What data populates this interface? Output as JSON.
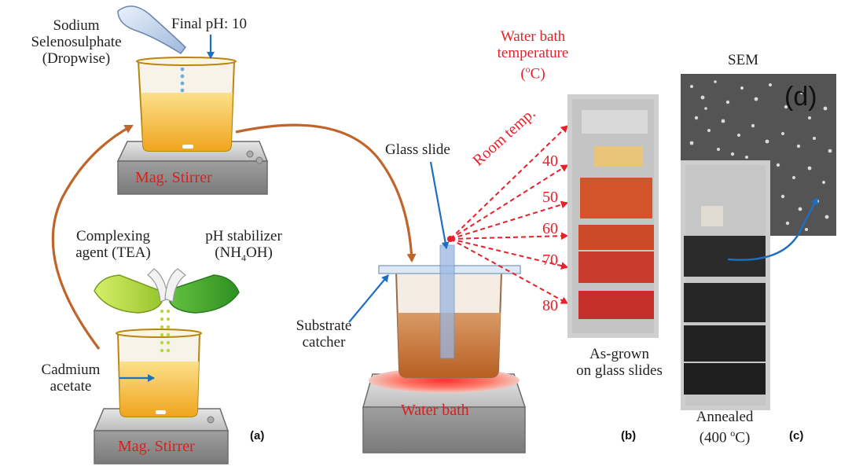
{
  "panel_a": {
    "sodium_line1": "Sodium",
    "sodium_line2": "Selenosulphate",
    "sodium_line3": "(Dropwise)",
    "final_ph": "Final pH: 10",
    "mag_stirrer_top": "Mag. Stirrer",
    "complexing_line1": "Complexing",
    "complexing_line2": "agent (TEA)",
    "ph_stabilizer_line1": "pH stabilizer",
    "ph_stabilizer_pre": "(NH",
    "ph_stabilizer_sub": "4",
    "ph_stabilizer_post": "OH)",
    "cadmium_line1": "Cadmium",
    "cadmium_line2": "acetate",
    "mag_stirrer_bottom": "Mag. Stirrer",
    "tag": "(a)"
  },
  "panel_water": {
    "glass_slide": "Glass slide",
    "substrate_line1": "Substrate",
    "substrate_line2": "catcher",
    "water_bath": "Water bath"
  },
  "panel_b": {
    "title_line1": "Water bath",
    "title_line2": "temperature",
    "title_line3_pre": "(",
    "title_line3_sup": "o",
    "title_line3_post": "C)",
    "room_temp": "Room temp.",
    "temperatures": [
      "40",
      "50",
      "60",
      "70",
      "80"
    ],
    "caption_line1": "As-grown",
    "caption_line2": "on glass slides",
    "tag": "(b)"
  },
  "panel_c": {
    "sem": "SEM",
    "d_label": "(d)",
    "caption_line1": "Annealed",
    "caption_line2_pre": "(400 ",
    "caption_line2_sup": "o",
    "caption_line2_post": "C)",
    "tag": "(c)"
  },
  "colors": {
    "arrow_orange": "#c0652a",
    "callout_blue": "#1f6fc0",
    "label_red": "#e8202a",
    "solution_yellow": "#f5b42a",
    "solution_orange": "#c8783a"
  }
}
